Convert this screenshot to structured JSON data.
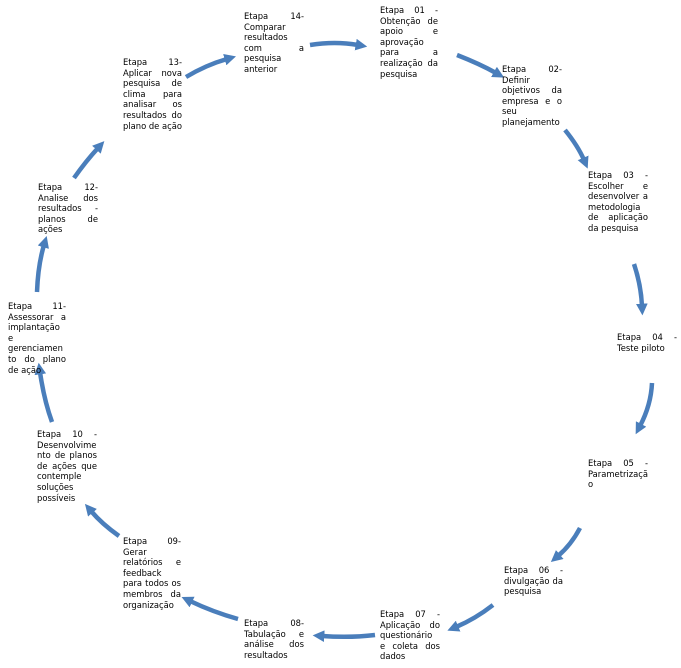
{
  "steps": [
    {
      "id": "01",
      "text": "Etapa 01 - Obtenção de apoio e aprovação para a realização da pesquisa"
    },
    {
      "id": "02",
      "text": "Etapa 02- Definir objetivos da empresa e o seu planejamento"
    },
    {
      "id": "03",
      "text": "Etapa 03 - Escolher e desenvolver a metodologia de aplicação da pesquisa"
    },
    {
      "id": "04",
      "text": "Etapa 04 - Teste piloto"
    },
    {
      "id": "05",
      "text": "Etapa 05 - Parametrização"
    },
    {
      "id": "06",
      "text": "Etapa 06 - divulgação da pesquisa"
    },
    {
      "id": "07",
      "text": "Etapa 07 - Aplicação do questionário e coleta dos dados"
    },
    {
      "id": "08",
      "text": "Etapa 08- Tabulação e análise dos resultados"
    },
    {
      "id": "09",
      "text": "Etapa 09- Gerar relatórios e feedback para todos os membros da organização"
    },
    {
      "id": "10",
      "text": "Etapa 10 - Desenvolvimento de planos de ações que contemple soluções possíveis"
    },
    {
      "id": "11",
      "text": "Etapa 11- Assessorar a implantação e gerenciamento do plano de ação"
    },
    {
      "id": "12",
      "text": "Etapa 12- Analise dos resultados - planos de ações"
    },
    {
      "id": "13",
      "text": "Etapa 13- Aplicar nova pesquisa de clima para analisar os resultados do plano de ação"
    },
    {
      "id": "14",
      "text": "Etapa 14- Comparar resultados com a pesquisa anterior"
    }
  ],
  "colors": {
    "arrow": "#4a7ebb",
    "text": "#000000",
    "background": "#ffffff"
  }
}
